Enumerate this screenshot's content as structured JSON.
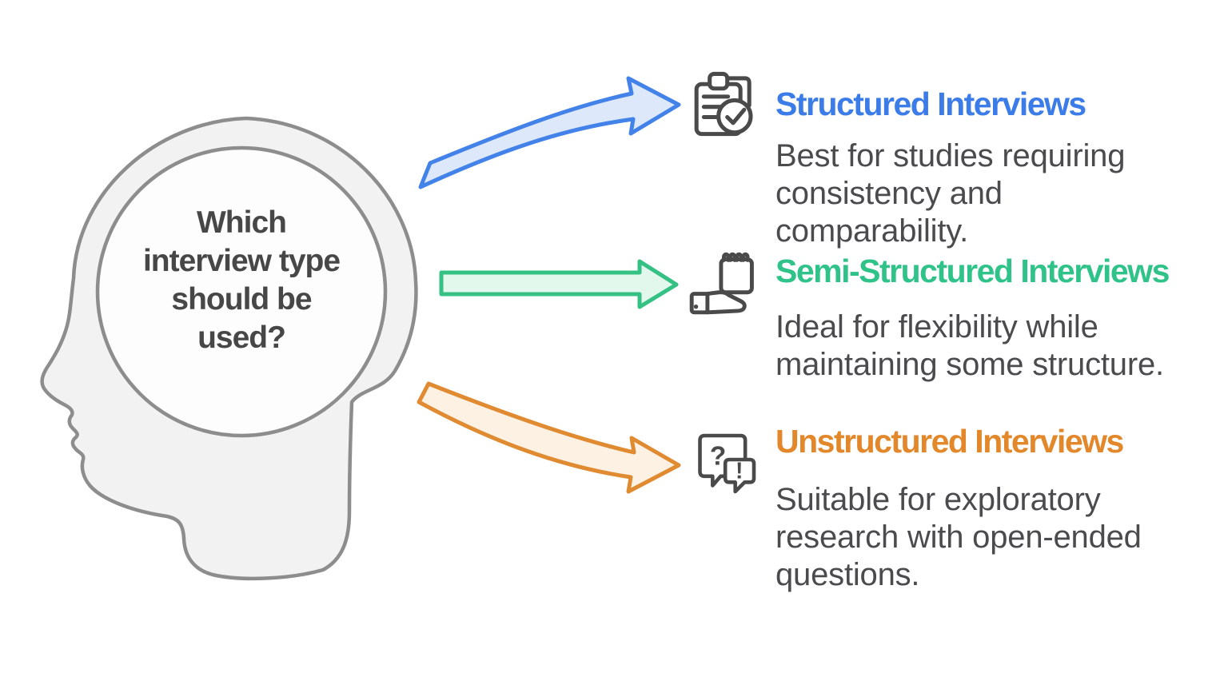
{
  "head": {
    "question": "Which interview type should be used?",
    "question_lines": [
      "Which",
      "interview type",
      "should be",
      "used?"
    ],
    "fill": "#f2f2f3",
    "stroke": "#8d8d8d",
    "inner_fill": "#fdfdfd",
    "text_color": "#474747"
  },
  "colors": {
    "body_text": "#4b4b4d",
    "icon": "#4a4a4a"
  },
  "sections": [
    {
      "title": "Structured Interviews",
      "title_color": "#3b7ce8",
      "description": "Best for studies requiring consistency and comparability.",
      "description_lines": [
        "Best for studies requiring",
        "consistency and",
        "comparability."
      ],
      "icon": "clipboard-check-icon",
      "arrow_style": "curved-up",
      "arrow_stroke": "#4382e9",
      "arrow_fill": "#dde8fb"
    },
    {
      "title": "Semi-Structured Interviews",
      "title_color": "#2fc38a",
      "description": "Ideal for flexibility while maintaining some structure.",
      "description_lines": [
        "Ideal for flexibility while",
        "maintaining some structure."
      ],
      "icon": "notepad-hand-icon",
      "arrow_style": "straight",
      "arrow_stroke": "#35c084",
      "arrow_fill": "#e3f8ed"
    },
    {
      "title": "Unstructured Interviews",
      "title_color": "#e2872a",
      "description": "Suitable for exploratory research with open-ended questions.",
      "description_lines": [
        "Suitable for exploratory",
        "research with open-ended",
        "questions."
      ],
      "icon": "chat-bubbles-icon",
      "arrow_style": "curved-down",
      "arrow_stroke": "#e08a31",
      "arrow_fill": "#fdf1e3"
    }
  ]
}
